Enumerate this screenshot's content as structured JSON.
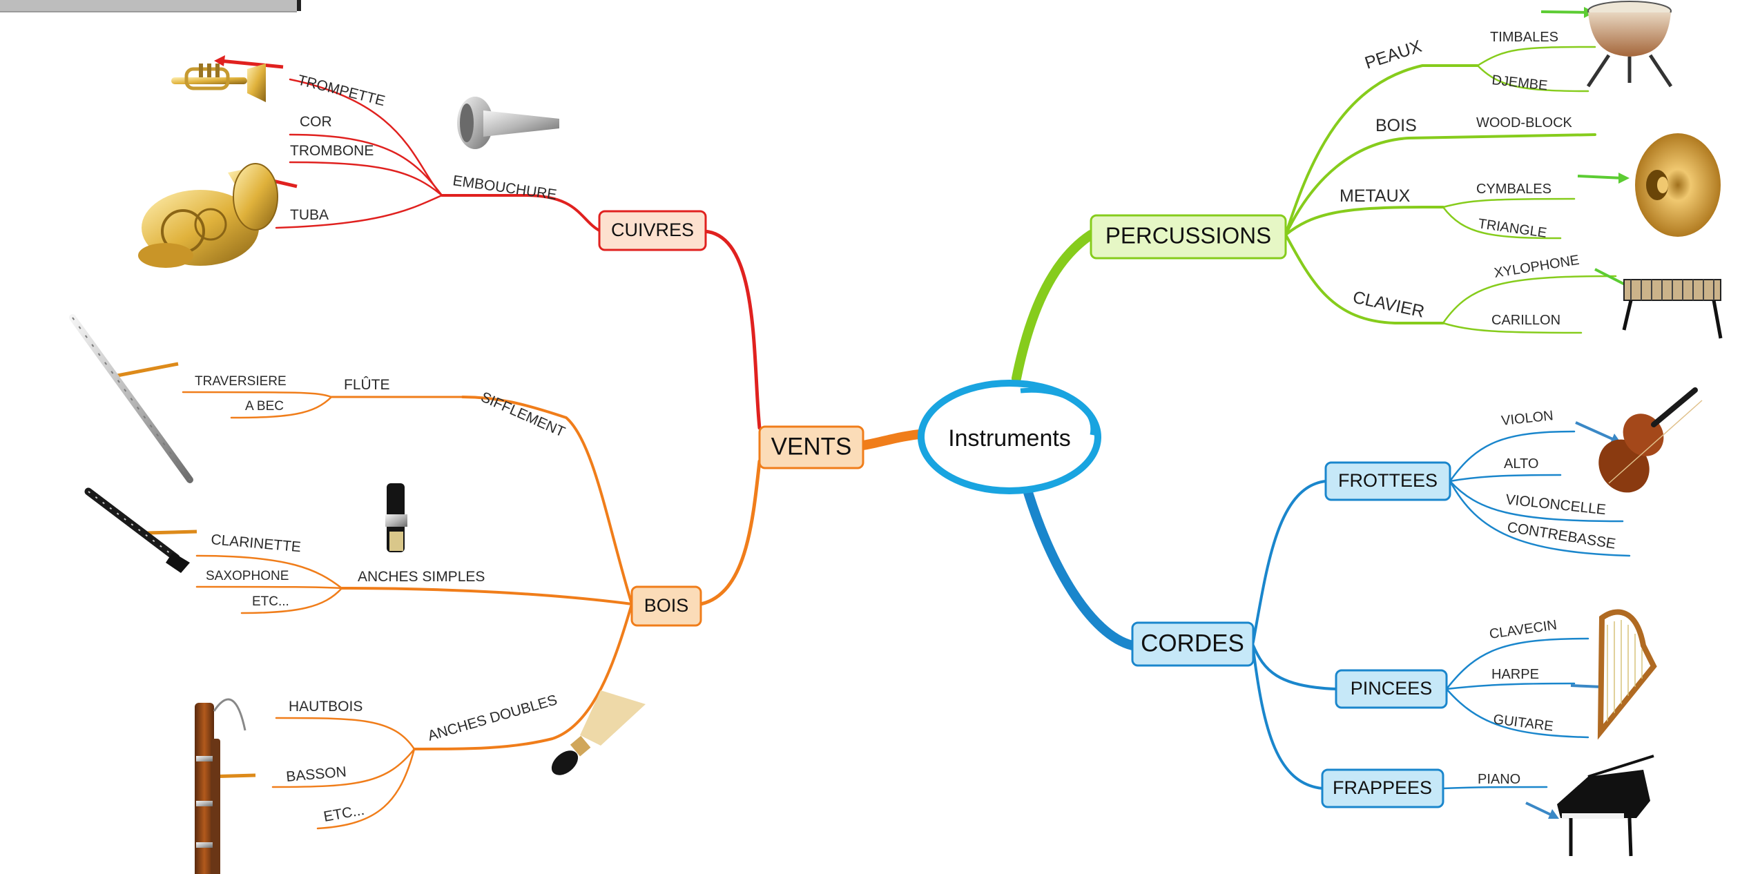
{
  "center": {
    "label": "Instruments"
  },
  "colors": {
    "cuivres": "#e0211f",
    "vents": "#f07d1a",
    "percussions": "#86cc1c",
    "cordes": "#1a86cc",
    "center_ring": "#19a4e0"
  },
  "nodes": {
    "vents": "VENTS",
    "cuivres": "CUIVRES",
    "bois": "BOIS",
    "percussions": "PERCUSSIONS",
    "cordes": "CORDES",
    "frottees": "FROTTEES",
    "pincees": "PINCEES",
    "frappees": "FRAPPEES"
  },
  "labels": {
    "embouchure": "EMBOUCHURE",
    "trompette": "TROMPETTE",
    "cor": "COR",
    "trombone": "TROMBONE",
    "tuba": "TUBA",
    "sifflement": "SIFFLEMENT",
    "flute": "FLÛTE",
    "traversiere": "TRAVERSIERE",
    "a_bec": "A BEC",
    "anches_simples": "ANCHES SIMPLES",
    "clarinette": "CLARINETTE",
    "saxophone": "SAXOPHONE",
    "etc1": "ETC...",
    "anches_doubles": "ANCHES DOUBLES",
    "hautbois": "HAUTBOIS",
    "basson": "BASSON",
    "etc2": "ETC...",
    "peaux": "PEAUX",
    "timbales": "TIMBALES",
    "djembe": "DJEMBE",
    "bois_perc": "BOIS",
    "wood_block": "WOOD-BLOCK",
    "metaux": "METAUX",
    "cymbales": "CYMBALES",
    "triangle": "TRIANGLE",
    "clavier": "CLAVIER",
    "xylophone": "XYLOPHONE",
    "carillon": "CARILLON",
    "violon": "VIOLON",
    "alto": "ALTO",
    "violoncelle": "VIOLONCELLE",
    "contrebasse": "CONTREBASSE",
    "clavecin": "CLAVECIN",
    "harpe": "HARPE",
    "guitare": "GUITARE",
    "piano": "PIANO"
  },
  "icons": [
    "trumpet-icon",
    "tuba-icon",
    "mouthpiece-icon",
    "flute-icon",
    "clarinet-icon",
    "reed-mouthpiece-icon",
    "bassoon-icon",
    "double-reed-icon",
    "timpani-icon",
    "cymbal-icon",
    "xylophone-icon",
    "violin-icon",
    "harp-icon",
    "piano-icon"
  ]
}
